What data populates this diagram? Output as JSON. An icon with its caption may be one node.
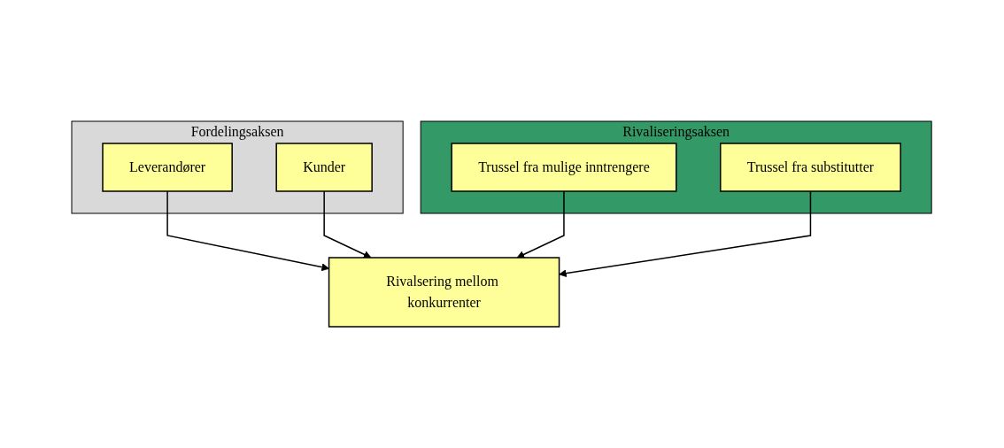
{
  "diagram": {
    "nodes": [
      {
        "text": [
          "Rivaliseringsaksen"
        ]
      },
      {
        "text": [
          "Trussel fra mulige inntrengere"
        ],
        "in": 0
      },
      {
        "text": [
          "Fordelingsaksen"
        ]
      },
      {
        "text": [
          "Leverandører"
        ],
        "in": 2
      },
      {
        "text": [
          "Rivalsering mellom konkurrenter"
        ]
      },
      {
        "text": [
          "Kunder"
        ],
        "in": 2
      },
      {
        "text": [
          "Trussel fra substitutter"
        ],
        "in": 0
      }
    ],
    "edges": [
      {
        "from": 1,
        "to": 4,
        "arrow": "to"
      },
      {
        "from": 3,
        "to": 4,
        "arrow": "to"
      },
      {
        "from": 5,
        "to": 4,
        "arrow": "to"
      },
      {
        "from": 6,
        "to": 4,
        "arrow": "to"
      }
    ]
  }
}
